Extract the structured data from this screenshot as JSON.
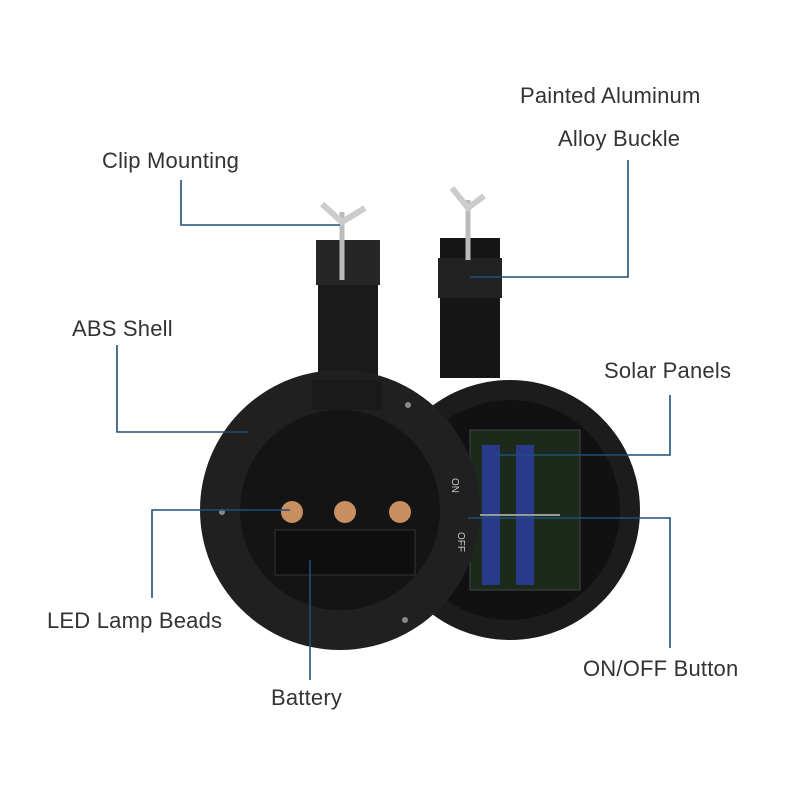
{
  "labels": {
    "clip_mounting": "Clip Mounting",
    "painted_aluminum_line1": "Painted Aluminum",
    "painted_aluminum_line2": "Alloy Buckle",
    "abs_shell": "ABS Shell",
    "solar_panels": "Solar Panels",
    "led_lamp_beads": "LED Lamp Beads",
    "battery": "Battery",
    "on_off_button": "ON/OFF Button"
  },
  "switch_text": {
    "on": "ON",
    "off": "OFF"
  },
  "colors": {
    "leader_line": "#1f4e79",
    "body": "#1a1a1a",
    "solar_cell": "#2a3a8a"
  }
}
